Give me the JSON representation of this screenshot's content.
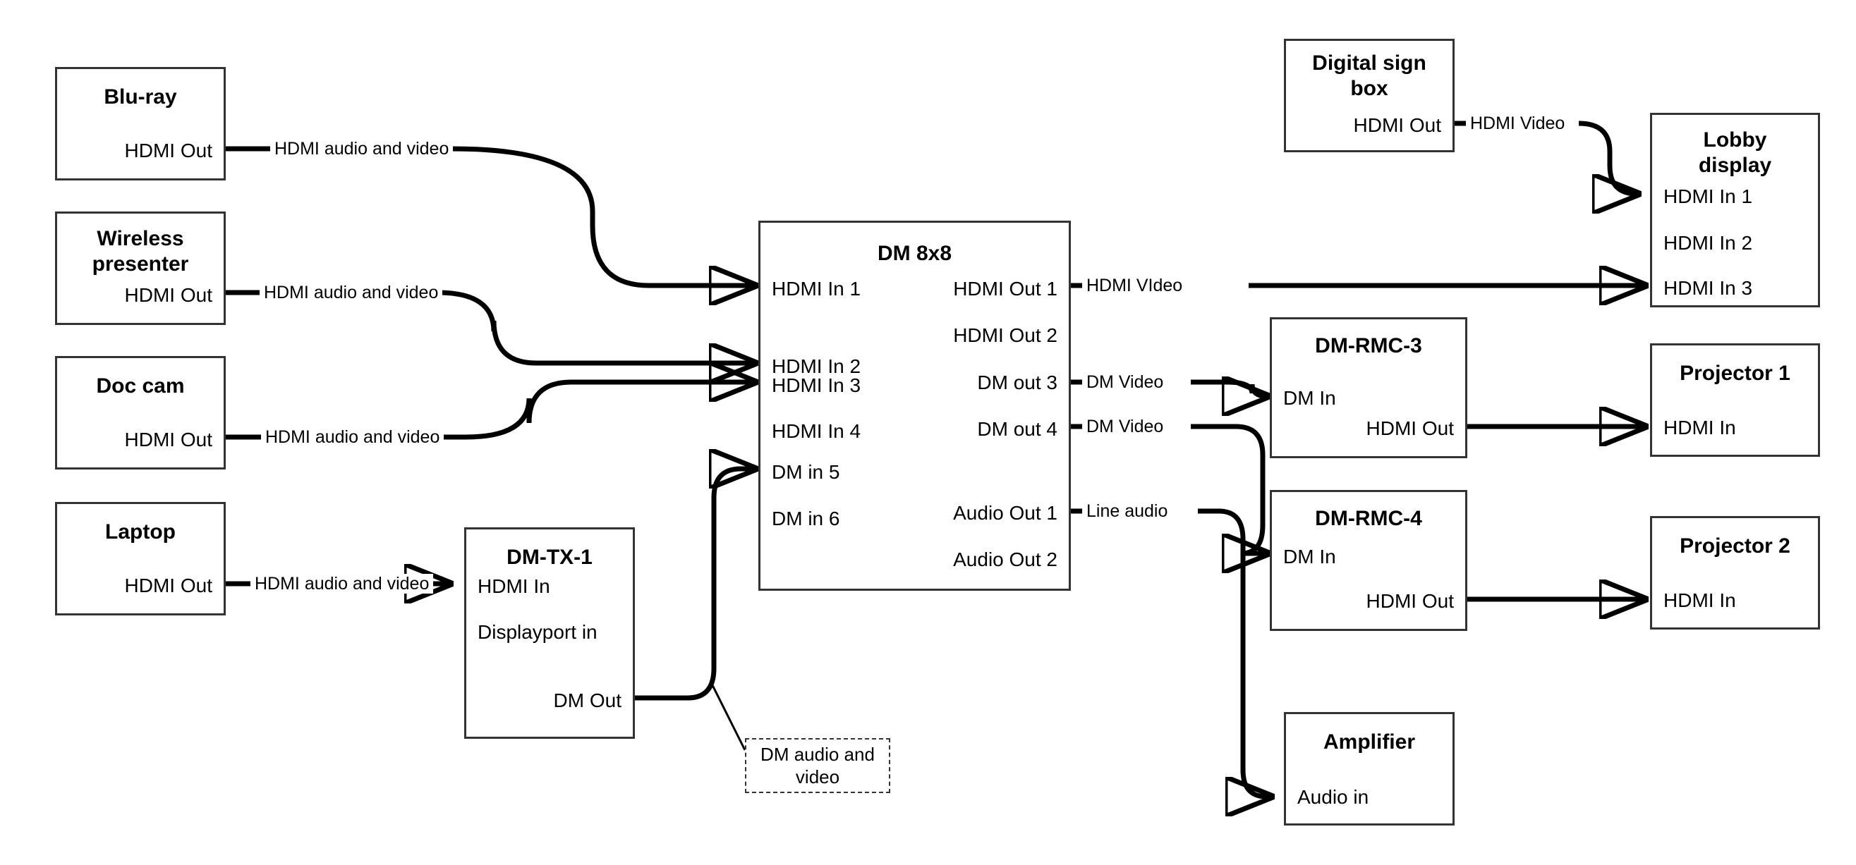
{
  "diagram": {
    "title": "AV signal routing diagram",
    "stroke_color": "#333333",
    "wire_color": "#000000",
    "background": "#ffffff"
  },
  "nodes": {
    "bluray": {
      "title": "Blu-ray",
      "ports": {
        "out1": "HDMI Out"
      }
    },
    "wireless": {
      "title": "Wireless presenter",
      "title_line1": "Wireless",
      "title_line2": "presenter",
      "ports": {
        "out1": "HDMI Out"
      }
    },
    "doccam": {
      "title": "Doc cam",
      "ports": {
        "out1": "HDMI Out"
      }
    },
    "laptop": {
      "title": "Laptop",
      "ports": {
        "out1": "HDMI Out"
      }
    },
    "dmtx1": {
      "title": "DM-TX-1",
      "ports": {
        "in1": "HDMI In",
        "in2": "Displayport in",
        "out1": "DM Out"
      }
    },
    "dm8x8": {
      "title": "DM 8x8",
      "inputs": [
        "HDMI In 1",
        "HDMI In 2",
        "HDMI In 3",
        "HDMI In 4",
        "DM in 5",
        "DM in 6"
      ],
      "outputs": [
        "HDMI Out 1",
        "HDMI Out 2",
        "DM out 3",
        "DM out 4",
        "Audio Out 1",
        "Audio Out 2"
      ]
    },
    "digitalsign": {
      "title": "Digital sign box",
      "title_line1": "Digital sign",
      "title_line2": "box",
      "ports": {
        "out1": "HDMI Out"
      }
    },
    "lobby": {
      "title": "Lobby display",
      "title_line1": "Lobby",
      "title_line2": "display",
      "ports": {
        "in1": "HDMI In 1",
        "in2": "HDMI In 2",
        "in3": "HDMI In 3"
      }
    },
    "dmrmc3": {
      "title": "DM-RMC-3",
      "ports": {
        "in1": "DM In",
        "out1": "HDMI Out"
      }
    },
    "dmrmc4": {
      "title": "DM-RMC-4",
      "ports": {
        "in1": "DM In",
        "out1": "HDMI Out"
      }
    },
    "projector1": {
      "title": "Projector 1",
      "ports": {
        "in1": "HDMI In"
      }
    },
    "projector2": {
      "title": "Projector 2",
      "ports": {
        "in1": "HDMI In"
      }
    },
    "amplifier": {
      "title": "Amplifier",
      "ports": {
        "in1": "Audio in"
      }
    }
  },
  "annotations": {
    "dm_audio_video": "DM audio and video"
  },
  "edge_labels": {
    "bluray_to_dm": "HDMI audio and video",
    "wireless_to_dm": "HDMI audio and video",
    "doccam_to_dm": "HDMI audio and video",
    "laptop_to_dmtx": "HDMI audio and video",
    "digitalsign_to_lobby": "HDMI Video",
    "dm_hdmiout1_to_lobby": "HDMI VIdeo",
    "dm_out3_to_rmc3": "DM Video",
    "dm_out4_to_rmc4": "DM Video",
    "dm_audio1_to_amp": "Line audio"
  }
}
